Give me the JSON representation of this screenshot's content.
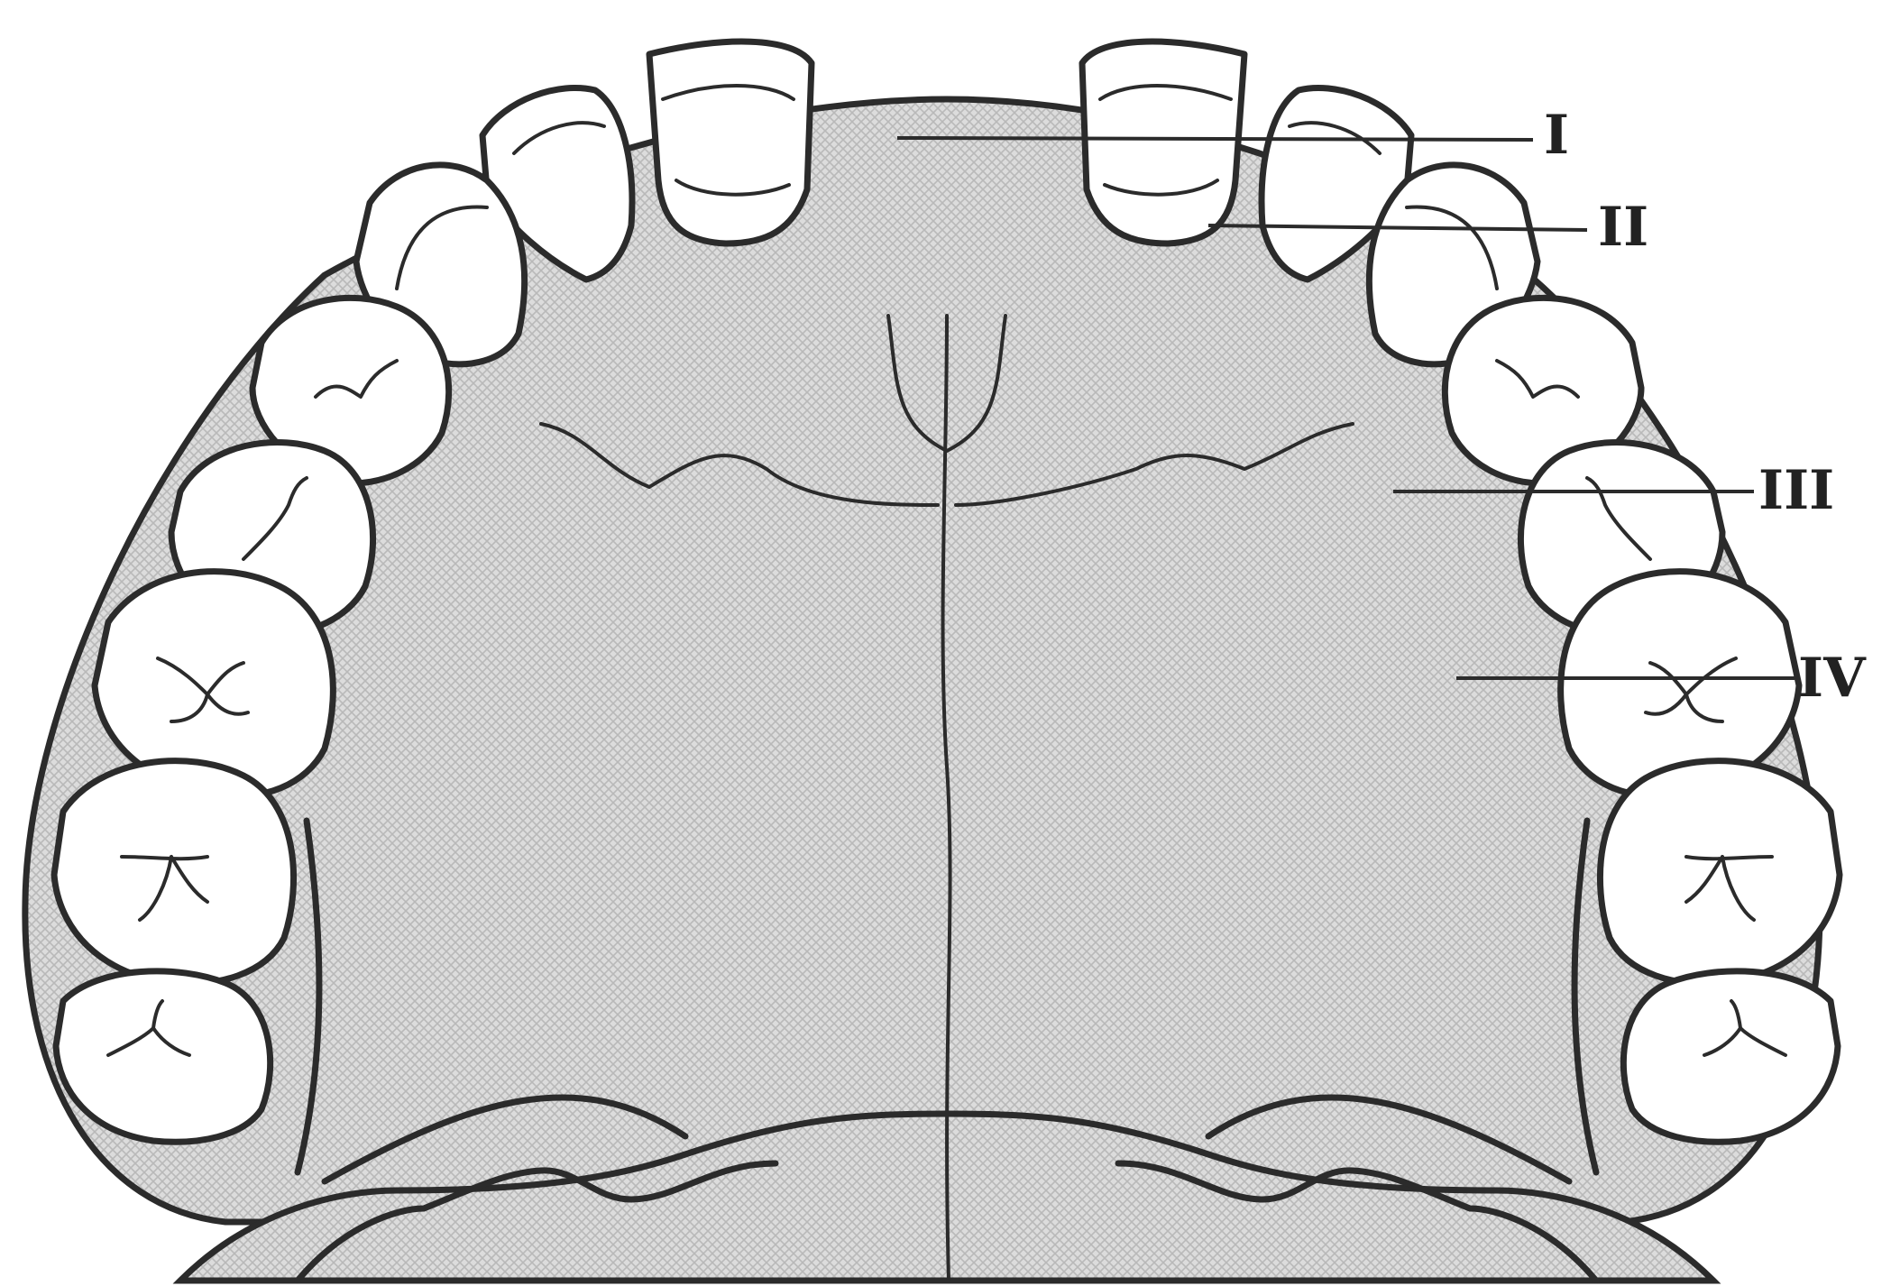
{
  "labels": {
    "I": "I",
    "II": "II",
    "III": "III",
    "IV": "IV"
  },
  "colors": {
    "ink": "#2b2b2b",
    "palate_fill": "#d2d2d2",
    "tooth_fill": "#ffffff",
    "background": "#ffffff"
  }
}
